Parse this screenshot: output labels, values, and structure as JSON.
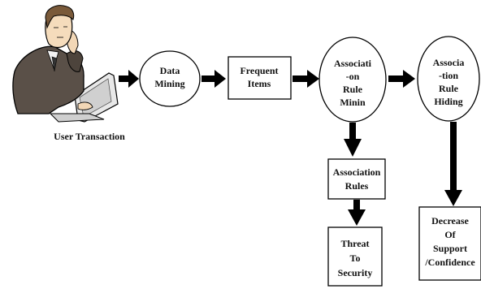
{
  "diagram": {
    "user_label": "User Transaction",
    "nodes": {
      "data_mining": {
        "lines": [
          "Data",
          "Mining"
        ]
      },
      "frequent_items": {
        "lines": [
          "Frequent",
          "Items"
        ]
      },
      "association_rule_mining": {
        "lines": [
          "Associati",
          "-on",
          "Rule",
          "Minin"
        ]
      },
      "association_rule_hiding": {
        "lines": [
          "Associa",
          "-tion",
          "Rule",
          "Hiding"
        ]
      },
      "association_rules": {
        "lines": [
          "Association",
          "Rules"
        ]
      },
      "threat_to_security": {
        "lines": [
          "Threat",
          "To",
          "Security"
        ]
      },
      "decrease_of_support": {
        "lines": [
          "Decrease",
          "Of",
          "Support",
          "/Confidence"
        ]
      }
    },
    "icons": {
      "user": "person-at-computer-icon"
    },
    "colors": {
      "stroke": "#000000",
      "fill": "#ffffff"
    }
  }
}
